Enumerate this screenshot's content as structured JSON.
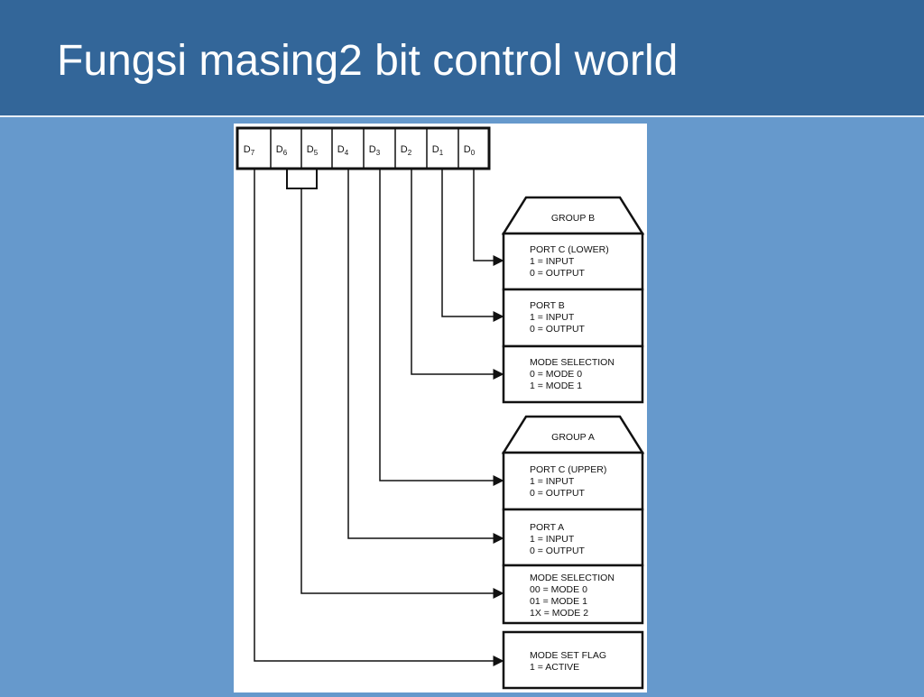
{
  "slide": {
    "title": "Fungsi masing2 bit control world"
  },
  "diagram": {
    "bits": [
      {
        "base": "D",
        "sub": "7"
      },
      {
        "base": "D",
        "sub": "6"
      },
      {
        "base": "D",
        "sub": "5"
      },
      {
        "base": "D",
        "sub": "4"
      },
      {
        "base": "D",
        "sub": "3"
      },
      {
        "base": "D",
        "sub": "2"
      },
      {
        "base": "D",
        "sub": "1"
      },
      {
        "base": "D",
        "sub": "0"
      }
    ],
    "group_b": {
      "header": "GROUP B",
      "port_c_lower": [
        "PORT C (LOWER)",
        "1 = INPUT",
        "0 = OUTPUT"
      ],
      "port_b": [
        "PORT B",
        "1 = INPUT",
        "0 = OUTPUT"
      ],
      "mode_selection": [
        "MODE SELECTION",
        "0 = MODE 0",
        "1 = MODE 1"
      ]
    },
    "group_a": {
      "header": "GROUP A",
      "port_c_upper": [
        "PORT C (UPPER)",
        "1 = INPUT",
        "0 = OUTPUT"
      ],
      "port_a": [
        "PORT A",
        "1 = INPUT",
        "0 = OUTPUT"
      ],
      "mode_selection": [
        "MODE SELECTION",
        "00 = MODE 0",
        "01 = MODE 1",
        "1X = MODE 2"
      ]
    },
    "mode_set_flag": [
      "MODE SET FLAG",
      "1 = ACTIVE"
    ]
  }
}
